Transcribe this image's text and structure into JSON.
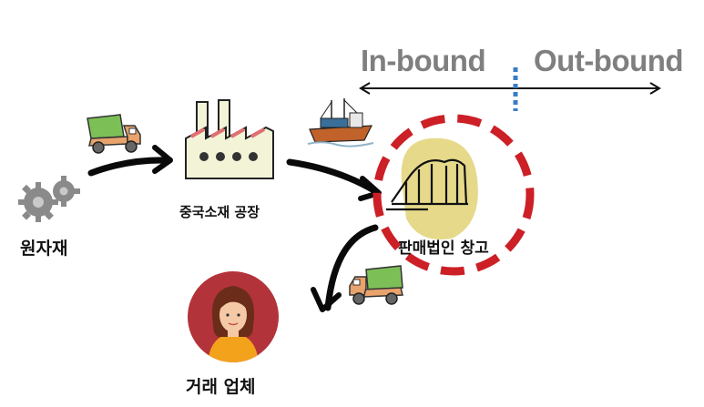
{
  "header": {
    "inbound": "In-bound",
    "outbound": "Out-bound"
  },
  "nodes": {
    "raw_material": "원자재",
    "factory": "중국소재 공장",
    "warehouse": "판매법인 창고",
    "customer": "거래 업체"
  },
  "colors": {
    "header_text": "#7f7f7f",
    "divider": "#3b7dc4",
    "warehouse_ring": "#cc1f26",
    "warehouse_blob": "#e6d98a",
    "truck_green": "#7dbf57",
    "truck_orange": "#e8a36c",
    "avatar_bg": "#b3333a"
  }
}
